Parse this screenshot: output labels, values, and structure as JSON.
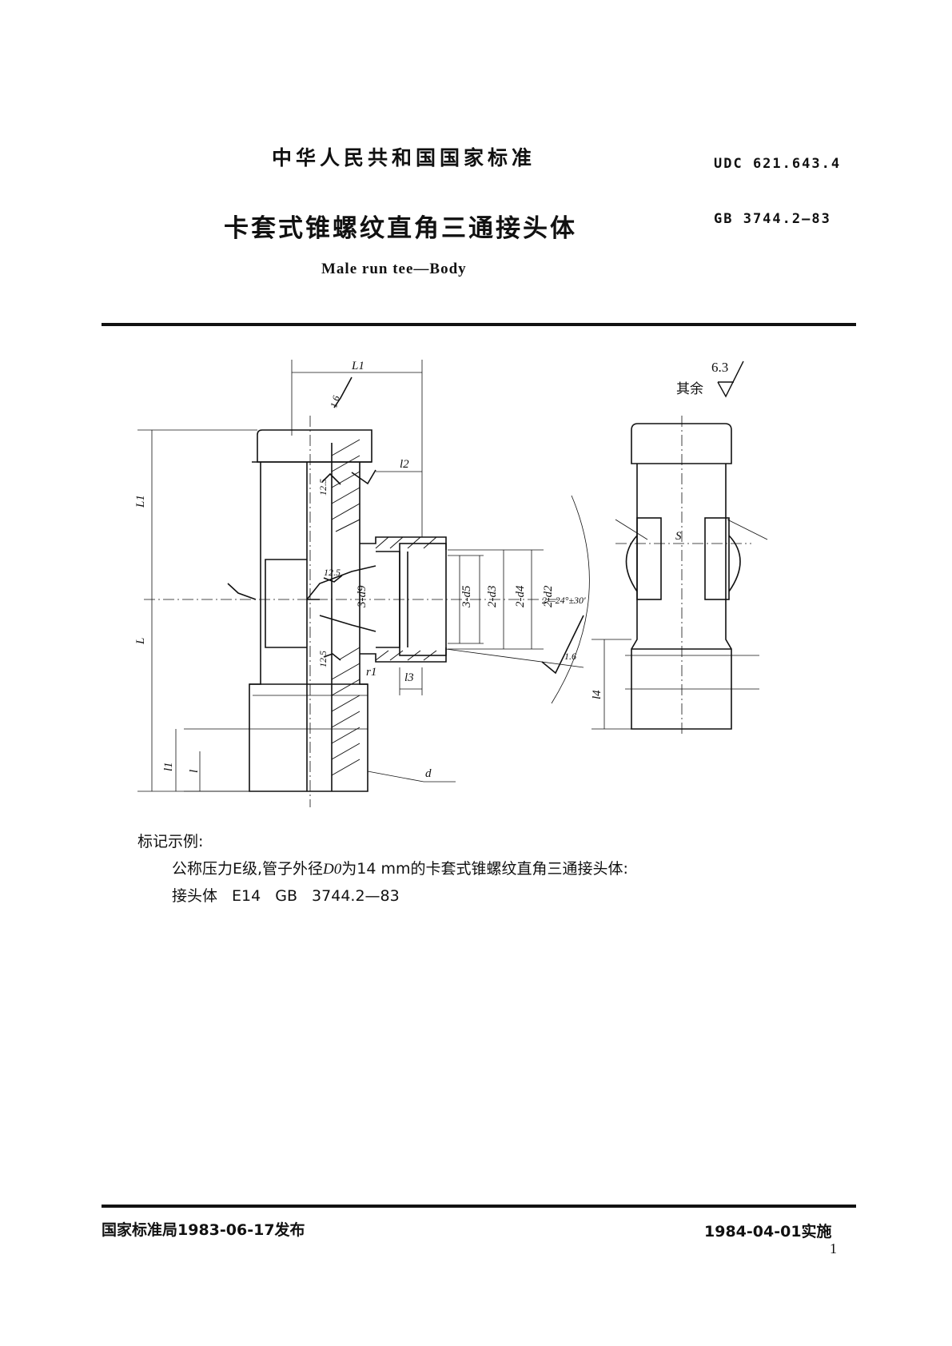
{
  "header": {
    "standard_org": "中华人民共和国国家标准",
    "udc": "UDC 621.643.4",
    "title_cn": "卡套式锥螺纹直角三通接头体",
    "gb_code": "GB 3744.2—83",
    "title_en": "Male run tee—Body"
  },
  "drawing": {
    "roughness_note_label": "其余",
    "roughness_note_value": "6.3",
    "labels": {
      "L1": "L1",
      "L": "L",
      "l1": "l1",
      "l": "l",
      "l2": "l2",
      "l3": "l3",
      "l4": "l4",
      "r1": "r1",
      "d": "d",
      "S": "S",
      "d9": "3-d9",
      "d5": "3-d5",
      "d3": "2-d3",
      "d4": "2-d4",
      "d2": "2-d2",
      "angle": "2—24°±30′",
      "rough_16_a": "1.6",
      "rough_16_b": "1.6",
      "rough_125_a": "12.5",
      "rough_125_b": "12.5",
      "rough_125_c": "12.5"
    }
  },
  "marking": {
    "heading": "标记示例:",
    "desc_prefix": "公称压力E级,管子外径",
    "desc_var": "D0",
    "desc_suffix": "为14 mm的卡套式锥螺纹直角三通接头体:",
    "code": "接头体 E14 GB 3744.2—83"
  },
  "footer": {
    "issued": "国家标准局1983-06-17发布",
    "effective": "1984-04-01实施",
    "page_number": "1"
  }
}
